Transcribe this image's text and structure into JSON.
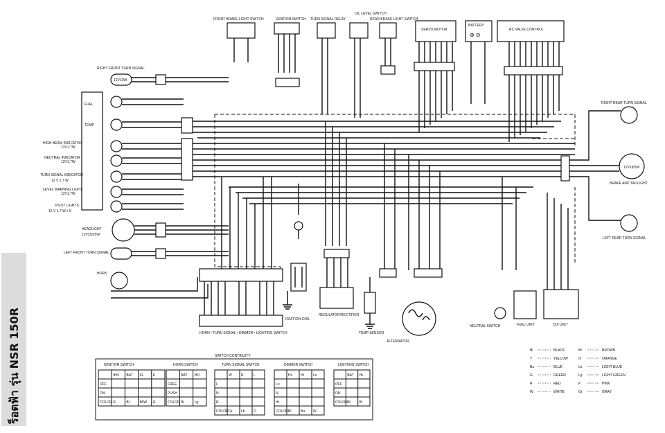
{
  "side_title": "ร็อตฟ้า รุ่น NSR 150R",
  "switches_top": {
    "front_brake": "FRONT BRAKE LIGHT SWITCH",
    "ignition": "IGNITION SWITCH",
    "turn_relay": "TURN SIGNAL RELAY",
    "oil_level": "OIL LEVEL SWITCH",
    "rear_brake": "REAR BRAKE LIGHT SWITCH",
    "servo": "SERVO MOTOR",
    "battery": "BATTERY",
    "rc_valve": "RC VALVE CONTROL"
  },
  "left_components": {
    "right_front_turn": "RIGHT FRONT TURN SIGNAL",
    "fuel": "FUEL",
    "temp": "TEMP",
    "high_beam": "HIGH BEAM INDICATOR",
    "high_beam_spec": "12V1.7W",
    "neutral": "NEUTRAL INDICATOR",
    "neutral_spec": "12V1.7W",
    "turn_ind": "TURN SIGNAL INDICATOR",
    "turn_ind_spec": "12 V 1.7 W",
    "level_warning": "LEVEL WARNING LIGHT",
    "level_spec": "12V1.7W",
    "pilot": "PILOT LIGHTS",
    "pilot_spec": "12 V 1.7 W x 5",
    "headlight": "HEADLIGHT",
    "headlight_spec": "12V25/25W",
    "left_front_turn": "LEFT FRONT TURN SIGNAL",
    "horn": "HORN",
    "bulb_10w": "12V10W"
  },
  "right_components": {
    "right_rear_turn": "RIGHT REAR TURN SIGNAL",
    "brake_tail": "BRAKE AND TAILLIGHT",
    "brake_spec": "12V18/5W",
    "left_rear_turn": "LEFT REAR TURN SIGNAL"
  },
  "bottom_components": {
    "handlebar_sw": "HORN • TURN SIGNAL • DIMMER • LIGHTING SWITCH",
    "ignition_coil": "IGNITION COIL",
    "regulator": "REGULATOR/RECTIFIER",
    "temp_sensor": "TEMP SENSOR",
    "alternator": "ALTERNATOR",
    "neutral_switch": "NEUTRAL SWITCH",
    "fuel_unit": "FUEL UNIT",
    "cdi_unit": "CDI UNIT"
  },
  "switch_continuity": {
    "title": "SWITCH CONTINUITY",
    "ignition": {
      "title": "IGNITION SWITCH",
      "cols": [
        "",
        "IHO",
        "BAT",
        "IG",
        "E"
      ],
      "rows": [
        "OFF",
        "ON",
        "COLOR"
      ],
      "colors": [
        "R",
        "Bl",
        "Bl/W",
        "G"
      ]
    },
    "horn": {
      "title": "HORN SWITCH",
      "cols": [
        "",
        "BAT",
        "HO"
      ],
      "rows": [
        "FREE",
        "PUSH",
        "COLOR"
      ],
      "colors": [
        "Bl",
        "Lg"
      ]
    },
    "turn": {
      "title": "TURN SIGNAL SWITCH",
      "cols": [
        "",
        "W",
        "R",
        "L"
      ],
      "rows": [
        "L",
        "N",
        "R",
        "COLOR"
      ],
      "colors": [
        "Gr",
        "Lb",
        "O"
      ]
    },
    "dimmer": {
      "title": "DIMMER SWITCH",
      "cols": [
        "",
        "HL",
        "Hi",
        "Lo"
      ],
      "rows": [
        "Lo",
        "N",
        "Hi",
        "COLOR"
      ],
      "colors": [
        "Bl",
        "Bu",
        "W"
      ]
    },
    "lighting": {
      "title": "LIGHTING SWITCH",
      "cols": [
        "",
        "BAT",
        "HL"
      ],
      "rows": [
        "OFF",
        "ON",
        "COLOR"
      ],
      "colors": [
        "Bl",
        "Bl"
      ]
    }
  },
  "legend": [
    {
      "code": "Bl",
      "color": "BLACK"
    },
    {
      "code": "Y",
      "color": "YELLOW"
    },
    {
      "code": "Bu",
      "color": "BLUE"
    },
    {
      "code": "G",
      "color": "GREEN"
    },
    {
      "code": "R",
      "color": "RED"
    },
    {
      "code": "W",
      "color": "WHITE"
    },
    {
      "code": "Br",
      "color": "BROWN"
    },
    {
      "code": "O",
      "color": "ORANGE"
    },
    {
      "code": "Lb",
      "color": "LIGHT BLUE"
    },
    {
      "code": "Lg",
      "color": "LIGHT GREEN"
    },
    {
      "code": "P",
      "color": "PINK"
    },
    {
      "code": "Gr",
      "color": "GRAY"
    }
  ]
}
